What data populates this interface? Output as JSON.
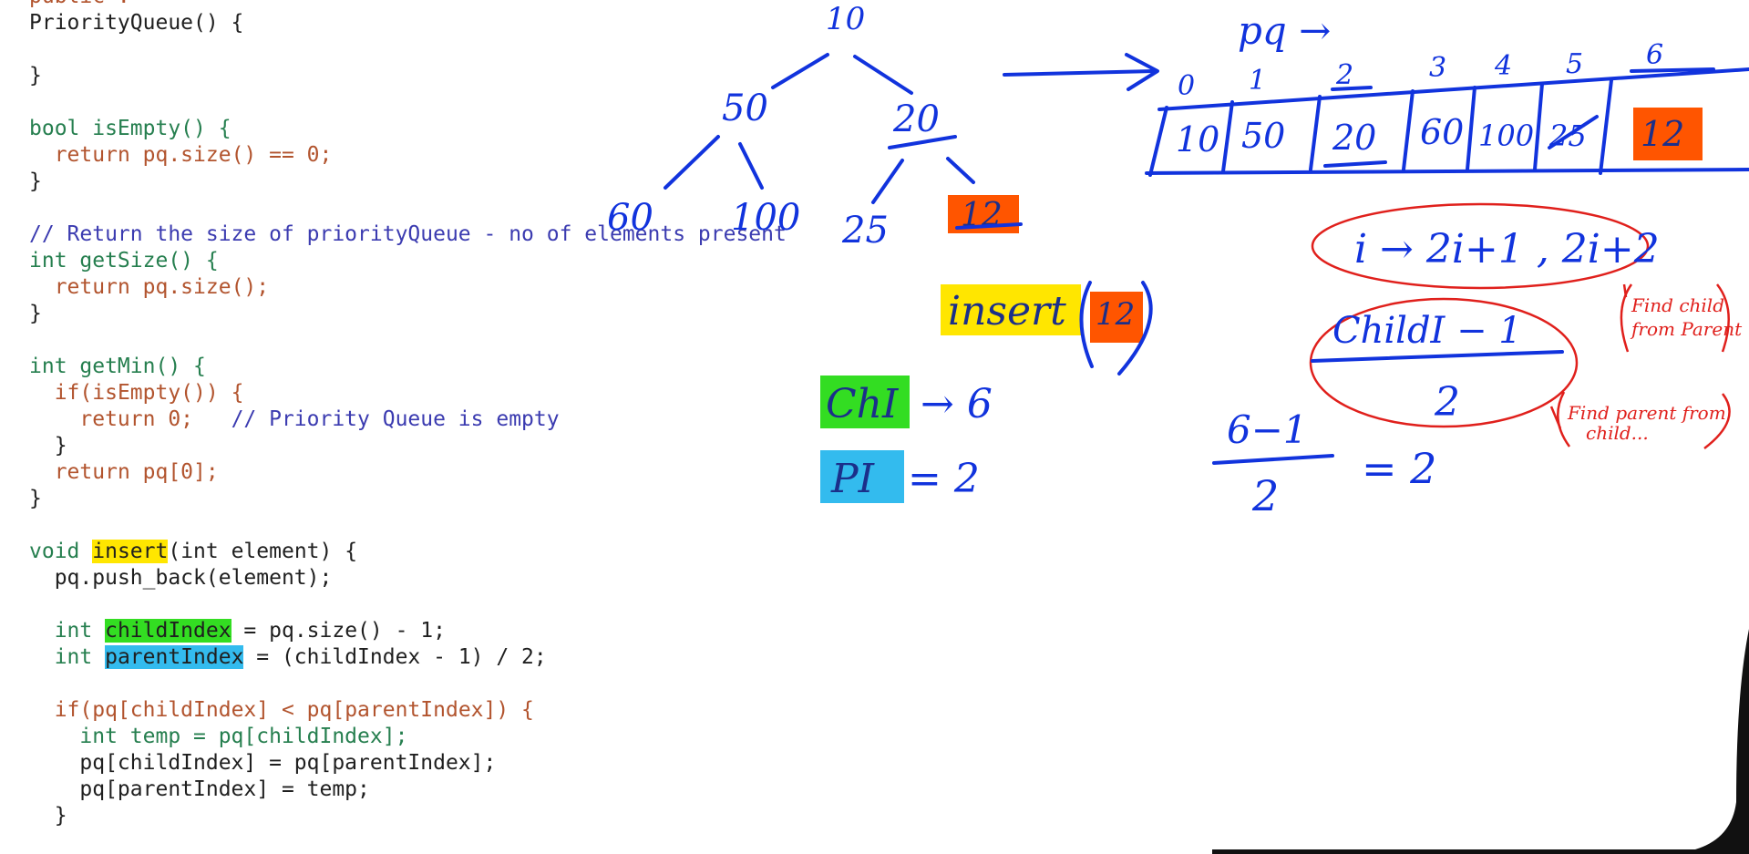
{
  "code": {
    "line0": "public :",
    "ctor": "PriorityQueue() {",
    "brace": "}",
    "isempty_sig": "bool isEmpty() {",
    "isempty_ret": "return pq.size() == 0;",
    "size_comment": "// Return the size of priorityQueue - no of elements present",
    "getsize_sig": "int getSize() {",
    "getsize_ret": "return pq.size();",
    "getmin_sig": "int getMin() {",
    "getmin_if": "if(isEmpty()) {",
    "getmin_ret0": "return 0;",
    "getmin_ret0_comment": "// Priority Queue is empty",
    "getmin_ret": "return pq[0];",
    "insert_void": "void ",
    "insert_name": "insert",
    "insert_rest": "(int element) {",
    "push": "pq.push_back(element);",
    "child_int": "int ",
    "child_name": "childIndex",
    "child_rest": " = pq.size() - 1;",
    "parent_int": "int ",
    "parent_name": "parentIndex",
    "parent_rest": " = (childIndex - 1) / 2;",
    "if_swap": "if(pq[childIndex] < pq[parentIndex]) {",
    "temp": "int temp = pq[childIndex];",
    "assign1": "pq[childIndex] = pq[parentIndex];",
    "assign2": "pq[parentIndex] = temp;"
  },
  "tree": {
    "root": "10",
    "l": "50",
    "r": "20",
    "ll": "60",
    "lr": "100",
    "rl": "25",
    "rr": "12"
  },
  "array": {
    "label": "pq →",
    "indices": [
      "0",
      "1",
      "2",
      "3",
      "4",
      "5",
      "6"
    ],
    "values": [
      "10",
      "50",
      "20",
      "60",
      "100",
      "25",
      "12"
    ]
  },
  "notes": {
    "insert_label": "insert",
    "insert_arg": "12",
    "child_label": "ChI",
    "child_val": "→ 6",
    "parent_label": "PI",
    "parent_val": "= 2",
    "formula_child": "i → 2i+1 , 2i+2",
    "formula_parent_top": "ChildI − 1",
    "formula_parent_bottom": "2",
    "example_top": "6−1",
    "example_bottom": "2",
    "example_result": "= 2",
    "find_child_1": "Find child",
    "find_child_2": "from Parent",
    "find_parent_1": "Find parent from",
    "find_parent_2": "child..."
  },
  "colors": {
    "ink": "#1133dd",
    "highlight_yellow": "#ffe600",
    "highlight_green": "#33dd22",
    "highlight_blue": "#33bbee",
    "highlight_orange": "#ff5500",
    "annotation_red": "#e0201c"
  }
}
